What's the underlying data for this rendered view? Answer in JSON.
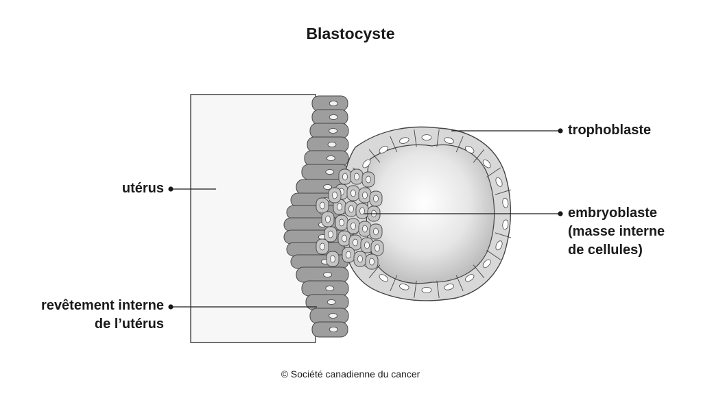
{
  "title": "Blastocyste",
  "labels": {
    "uterus": "utérus",
    "lining": [
      "revêtement interne",
      "de l’utérus"
    ],
    "trophoblast": "trophoblaste",
    "embryoblast": [
      "embryoblaste",
      "(masse interne",
      "de cellules)"
    ]
  },
  "copyright": "© Société canadienne du cancer",
  "colors": {
    "uterus_fill": "#f7f7f7",
    "lining_cell": "#9e9e9e",
    "trophoblast_cell": "#d6d6d6",
    "inner_mass_cell": "#c4c4c4",
    "cavity": "#dcdcdc",
    "outline": "#444444"
  }
}
